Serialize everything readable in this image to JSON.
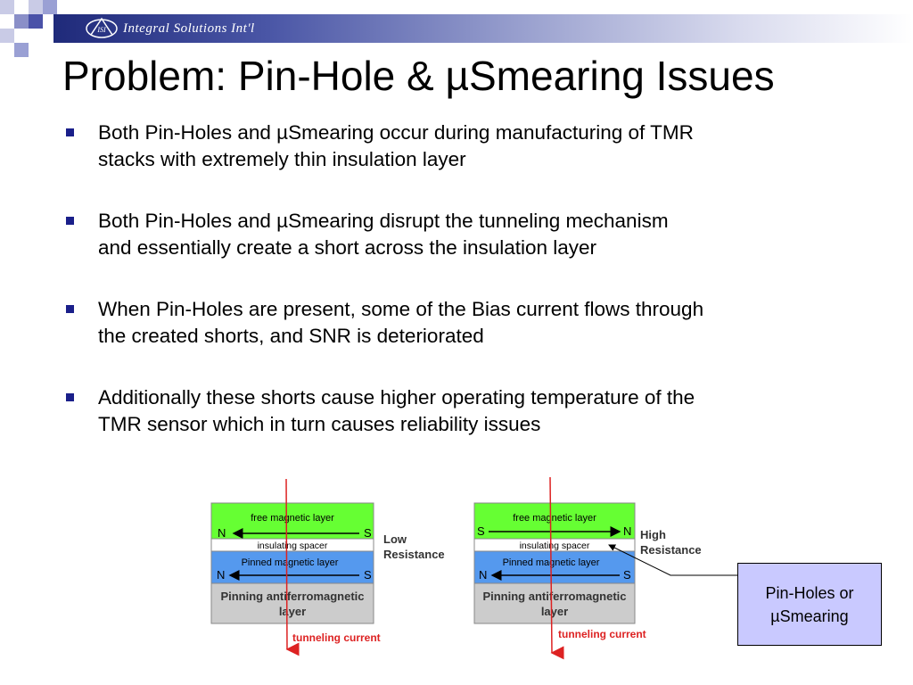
{
  "header": {
    "brand": "Integral Solutions Int'l",
    "logo_mark": "ISI"
  },
  "slide": {
    "title": "Problem:  Pin-Hole & µSmearing Issues",
    "bullets": [
      {
        "lines": [
          "Both Pin-Holes and µSmearing  occur during manufacturing of TMR",
          "stacks with extremely thin insulation layer"
        ]
      },
      {
        "lines": [
          "Both Pin-Holes and µSmearing disrupt the tunneling mechanism",
          "and essentially create a short across the insulation layer"
        ]
      },
      {
        "lines": [
          "When Pin-Holes are present, some of the Bias current flows through",
          "the created shorts, and SNR is deteriorated"
        ]
      },
      {
        "lines": [
          "Additionally these shorts cause higher operating temperature of the",
          "TMR sensor which in turn causes reliability issues"
        ]
      }
    ]
  },
  "diagram": {
    "left": {
      "free": "free magnetic layer",
      "spacer": "insulating spacer",
      "pinned": "Pinned magnetic layer",
      "afm_line1": "Pinning antiferromagnetic",
      "afm_line2": "layer",
      "free_left": "N",
      "free_right": "S",
      "pinned_left": "N",
      "pinned_right": "S",
      "res_line1": "Low",
      "res_line2": "Resistance",
      "current": "tunneling current"
    },
    "right": {
      "free": "free magnetic layer",
      "spacer": "insulating spacer",
      "pinned": "Pinned magnetic layer",
      "afm_line1": "Pinning antiferromagnetic",
      "afm_line2": "layer",
      "free_left": "S",
      "free_right": "N",
      "pinned_left": "N",
      "pinned_right": "S",
      "res_line1": "High",
      "res_line2": "Resistance",
      "current": "tunneling current"
    },
    "colors": {
      "free": "#66ff33",
      "spacer": "#ffffff",
      "pinned": "#5599ee",
      "afm": "#cccccc",
      "current": "#dd2222"
    }
  },
  "callout": {
    "line1": "Pin-Holes or",
    "line2": "µSmearing"
  }
}
